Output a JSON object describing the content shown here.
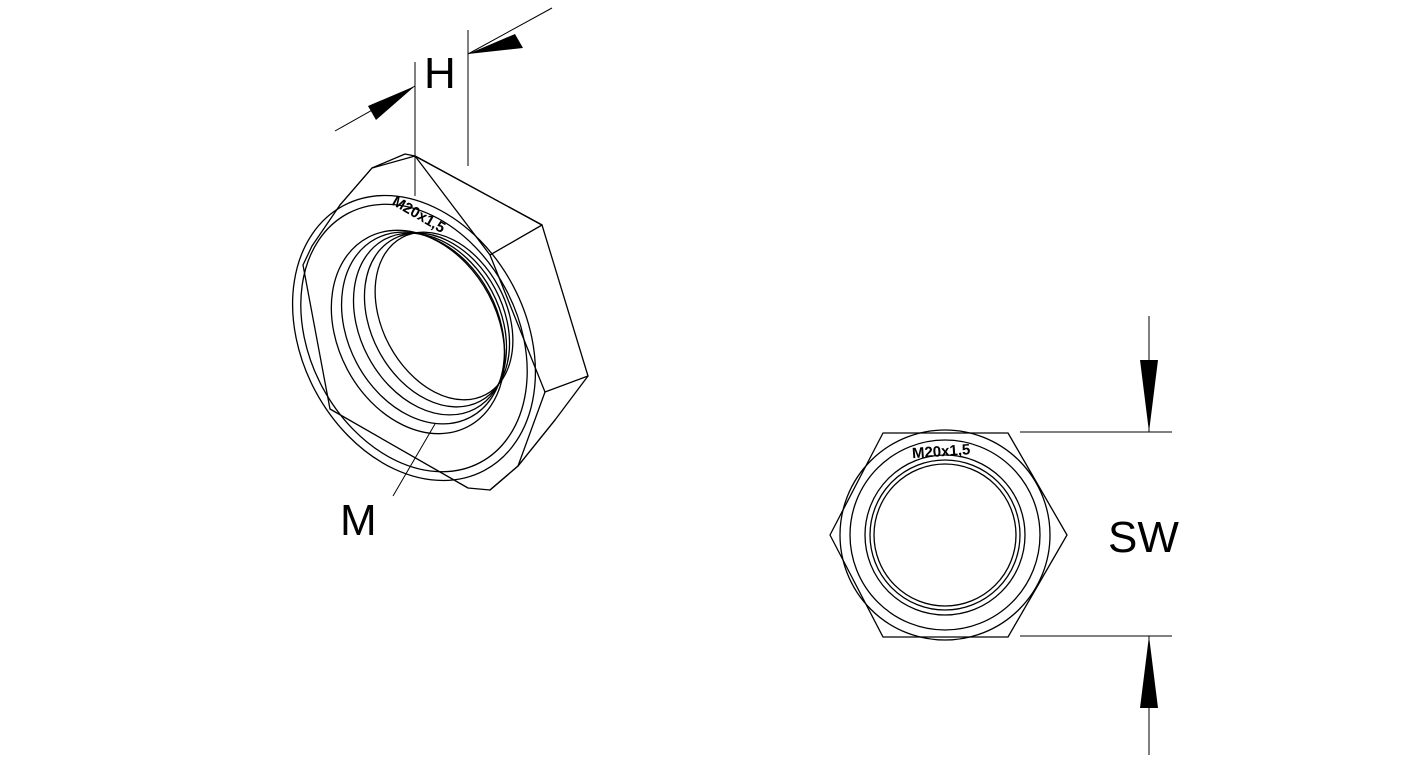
{
  "labels": {
    "height": "H",
    "thread": "M",
    "across_flats": "SW"
  },
  "marking": {
    "iso_view": "M20x1,5",
    "front_view": "M20x1,5"
  }
}
